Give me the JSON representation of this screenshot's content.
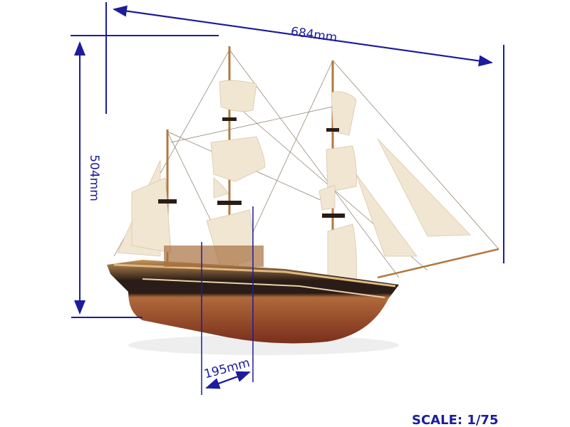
{
  "dimensions": {
    "length": "684mm",
    "height": "504mm",
    "width": "195mm"
  },
  "scale": "SCALE: 1/75",
  "colors": {
    "dimension_lines": "#1c1c9c",
    "sail": "#f1e6d2",
    "hull_dark": "#2a1c16",
    "hull_red": "#8a3a22",
    "wood": "#c9955a"
  }
}
